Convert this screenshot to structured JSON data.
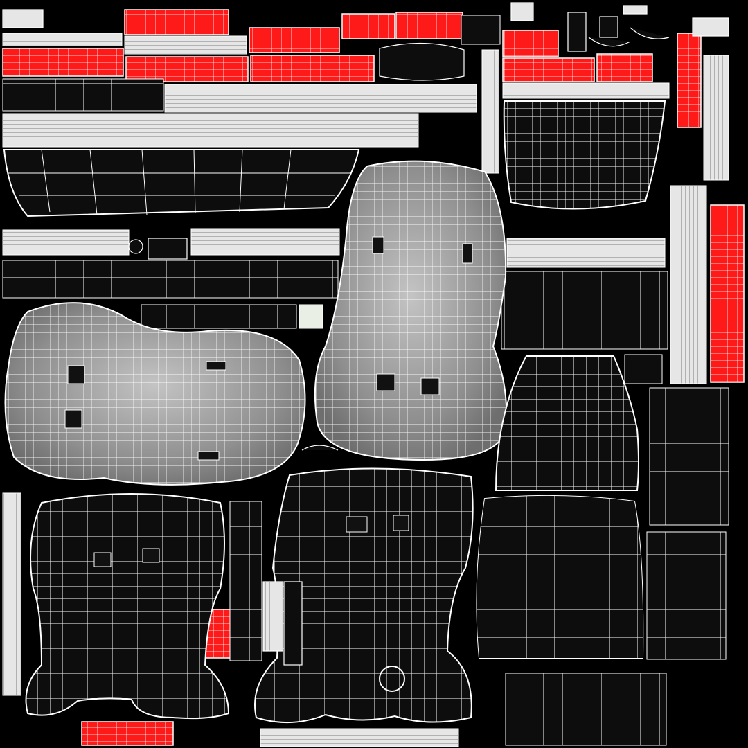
{
  "image": {
    "kind": "uv-texture-wireframe-atlas",
    "visible_text": []
  },
  "palette": {
    "background": "#000000",
    "wire": "#ffffff",
    "accent_red": "#ff1a1a",
    "panel_white": "#e8e8e8",
    "panel_black": "#0d0d0d",
    "seat_grey": "#9a9a9a"
  },
  "regions": [
    {
      "name": "seat-back-shell-grey"
    },
    {
      "name": "seat-bottom-shell-grey"
    },
    {
      "name": "seat-shell-front-left"
    },
    {
      "name": "seat-shell-front-center"
    },
    {
      "name": "upholstery-panel-top-right"
    },
    {
      "name": "upholstery-panel-middle-right"
    },
    {
      "name": "upholstery-panel-bottom-right"
    },
    {
      "name": "red-trim-strips"
    },
    {
      "name": "white-trim-strips"
    },
    {
      "name": "black-trim-strips"
    }
  ]
}
